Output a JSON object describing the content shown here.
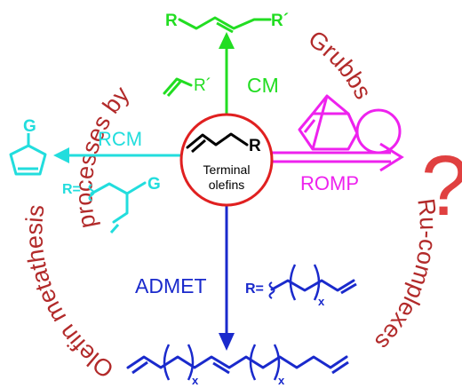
{
  "arc_text": {
    "top_left": "processes by",
    "top_right": "Grubbs",
    "bottom_left": "Olefin metathesis",
    "bottom_right": "Ru-complexes"
  },
  "center": {
    "r_label": "R",
    "line1": "Terminal",
    "line2": "olefins"
  },
  "cm": {
    "label": "CM",
    "reagent_label": "R´",
    "product_r": "R",
    "product_r2": "R´"
  },
  "rcm": {
    "label": "RCM",
    "product_g": "G",
    "substrate_prefix": "R=",
    "substrate_g": "G"
  },
  "romp": {
    "label": "ROMP"
  },
  "admet": {
    "label": "ADMET",
    "substrate_prefix": "R=",
    "substrate_sub": "x",
    "product_sub_1": "x",
    "product_sub_2": "x"
  },
  "question": "?",
  "colors": {
    "arc": "#b22a2a",
    "circle": "#e02020",
    "cm": "#22dd22",
    "rcm": "#22dddd",
    "romp": "#ee22ee",
    "admet": "#1a2acc",
    "black": "#000000"
  }
}
